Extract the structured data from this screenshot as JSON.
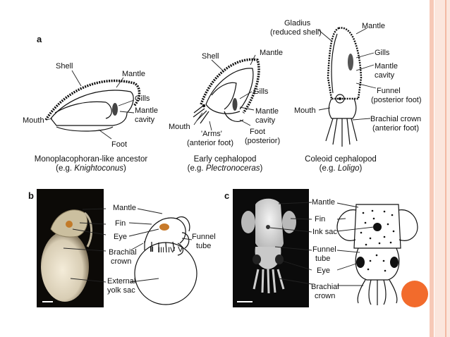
{
  "panel_a": {
    "letter": "a",
    "ancestor": {
      "labels": {
        "shell": "Shell",
        "mantle": "Mantle",
        "gills": "Gills",
        "mantle_cavity_1": "Mantle",
        "mantle_cavity_2": "cavity",
        "mouth": "Mouth",
        "foot": "Foot"
      },
      "caption_1": "Monoplacophoran-like ancestor",
      "caption_2_prefix": "(e.g. ",
      "caption_2_italic": "Knightoconus",
      "caption_2_suffix": ")"
    },
    "early": {
      "labels": {
        "shell": "Shell",
        "mantle": "Mantle",
        "gills": "Gills",
        "mantle_cavity_1": "Mantle",
        "mantle_cavity_2": "cavity",
        "mouth": "Mouth",
        "arms_1": "'Arms'",
        "arms_2": "(anterior foot)",
        "foot_1": "Foot",
        "foot_2": "(posterior)"
      },
      "caption_1": "Early cephalopod",
      "caption_2_prefix": "(e.g. ",
      "caption_2_italic": "Plectronoceras",
      "caption_2_suffix": ")"
    },
    "coleoid": {
      "labels": {
        "gladius_1": "Gladius",
        "gladius_2": "(reduced shell)",
        "mantle": "Mantle",
        "gills": "Gills",
        "mantle_cavity_1": "Mantle",
        "mantle_cavity_2": "cavity",
        "funnel_1": "Funnel",
        "funnel_2": "(posterior foot)",
        "mouth": "Mouth",
        "brachial_1": "Brachial crown",
        "brachial_2": "(anterior foot)"
      },
      "caption_1": "Coleoid cephalopod",
      "caption_2_prefix": "(e.g. ",
      "caption_2_italic": "Loligo",
      "caption_2_suffix": ")"
    }
  },
  "panel_b": {
    "letter": "b",
    "labels": {
      "mantle": "Mantle",
      "fin": "Fin",
      "eye": "Eye",
      "brachial_1": "Brachial",
      "brachial_2": "crown",
      "funnel_1": "Funnel",
      "funnel_2": "tube",
      "yolk_1": "External",
      "yolk_2": "yolk sac",
      "arm_numerals": [
        "II",
        "III",
        "IV",
        "V"
      ]
    }
  },
  "panel_c": {
    "letter": "c",
    "labels": {
      "mantle": "Mantle",
      "fin": "Fin",
      "ink_sac": "Ink sac",
      "funnel_1": "Funnel",
      "funnel_2": "tube",
      "eye": "Eye",
      "brachial_1": "Brachial",
      "brachial_2": "crown"
    }
  },
  "colors": {
    "accent": "#f26b2c",
    "stripe": "#f6c9b7"
  }
}
